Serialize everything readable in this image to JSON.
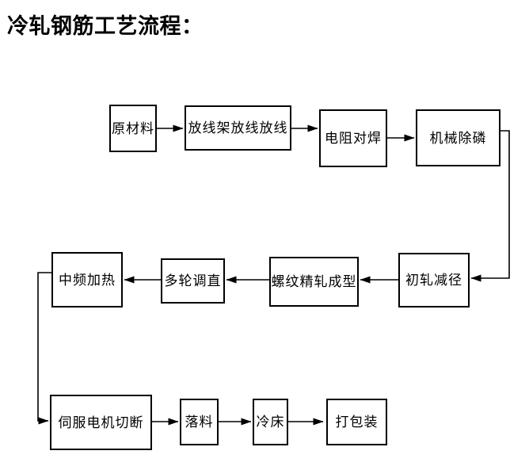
{
  "title": "冷轧钢筋工艺流程：",
  "flow": {
    "nodes": [
      {
        "id": "raw-material",
        "label": "原材料"
      },
      {
        "id": "payoff-rack",
        "label": "放线架放线放线"
      },
      {
        "id": "resistance-welding",
        "label": "电阻对焊"
      },
      {
        "id": "mechanical-descaling",
        "label": "机械除磷"
      },
      {
        "id": "initial-rolling",
        "label": "初轧减径"
      },
      {
        "id": "thread-rolling",
        "label": "螺纹精轧成型"
      },
      {
        "id": "multi-roll-straighten",
        "label": "多轮调直"
      },
      {
        "id": "mf-heating",
        "label": "中频加热"
      },
      {
        "id": "servo-cutting",
        "label": "伺服电机切断"
      },
      {
        "id": "blanking",
        "label": "落料"
      },
      {
        "id": "cooling-bed",
        "label": "冷床"
      },
      {
        "id": "packing",
        "label": "打包装"
      }
    ],
    "edges": [
      "原材料→放线架放线放线",
      "放线架放线放线→电阻对焊",
      "电阻对焊→机械除磷",
      "机械除磷→初轧减径",
      "初轧减径→螺纹精轧成型",
      "螺纹精轧成型→多轮调直",
      "多轮调直→中频加热",
      "中频加热→伺服电机切断",
      "伺服电机切断→落料",
      "落料→冷床",
      "冷床→打包装"
    ]
  },
  "colors": {
    "background": "#ffffff",
    "line": "#000000",
    "box_border": "#000000",
    "text": "#000000"
  }
}
